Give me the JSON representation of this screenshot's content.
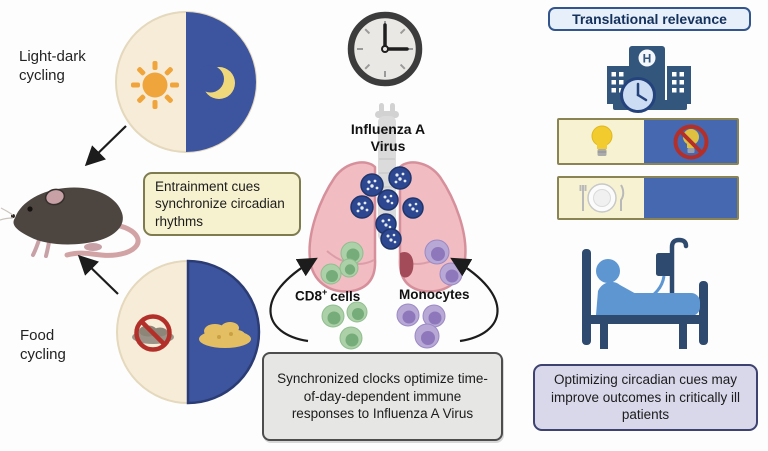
{
  "figure_title": "Circadian entrainment and influenza A immune response schematic",
  "colors": {
    "day_cream": "#F7ECD7",
    "night_blue": "#3D549E",
    "panel_blue": "#4568B0",
    "sun_orange": "#EFA53C",
    "moon_yellow": "#EFD87C",
    "prohibition_red": "#B3302A",
    "lung_pink": "#F2BCC3",
    "virus_navy": "#2D4890",
    "cd8_green": "#6FA773",
    "monocyte_purple": "#8A72B8",
    "note_yellow_bg": "#F6F2CF",
    "summary_gray_bg": "#E6E6E5",
    "outcome_lavender_bg": "#D9D8EB",
    "translational_blue_bg": "#E7F0FA",
    "hospital_navy": "#33567C",
    "bed_blue": "#5E96D2"
  },
  "left": {
    "light_dark_label": "Light-dark cycling",
    "food_label": "Food cycling",
    "entrainment_note": "Entrainment cues synchronize circadian rhythms"
  },
  "center": {
    "clock_time": "3:00",
    "virus_title": "Influenza A Virus",
    "cd8_label_base": "CD8",
    "cd8_label_sup": "+",
    "cd8_label_rest": "cells",
    "monocytes_label": "Monocytes",
    "summary_note": "Synchronized clocks optimize time-of-day-dependent immune responses to Influenza A Virus"
  },
  "right": {
    "header": "Translational relevance",
    "hospital_letter": "H",
    "outcome_note": "Optimizing circadian cues may improve outcomes in critically ill patients"
  },
  "icons": {
    "day_night_wheel": "half-sun-half-moon-circle",
    "sun": "sun",
    "moon": "crescent-moon",
    "mouse": "laboratory-mouse",
    "food_wheel": "food-restriction-cycle-circle",
    "no_food": "food-prohibited-sign",
    "food_pile": "food-pellets",
    "clock": "analog-clock",
    "trachea": "trachea",
    "lungs": "lungs",
    "virus_particle": "influenza-virion",
    "cd8_cell": "cd8-t-cell",
    "monocyte": "monocyte-cell",
    "hospital": "hospital-building-with-clock",
    "light_bulb": "light-bulb-on",
    "no_light": "light-bulb-prohibited",
    "meal": "plate-with-cutlery",
    "patient_bed": "patient-in-hospital-bed-with-iv"
  }
}
